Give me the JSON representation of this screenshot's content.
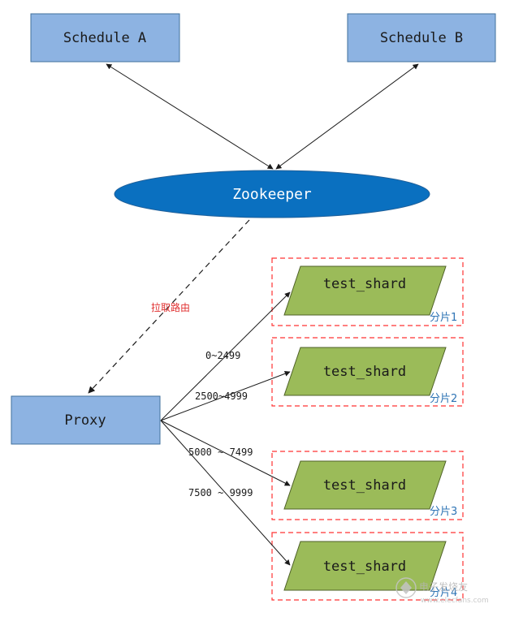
{
  "nodes": {
    "schedule_a": "Schedule A",
    "schedule_b": "Schedule B",
    "zookeeper": "Zookeeper",
    "proxy": "Proxy"
  },
  "edges": {
    "pull_route": "拉取路由",
    "range_1": "0~2499",
    "range_2": "2500~4999",
    "range_3": "5000 ~ 7499",
    "range_4": "7500 ~ 9999"
  },
  "shards": [
    {
      "table": "test_shard",
      "label": "分片1"
    },
    {
      "table": "test_shard",
      "label": "分片2"
    },
    {
      "table": "test_shard",
      "label": "分片3"
    },
    {
      "table": "test_shard",
      "label": "分片4"
    }
  ],
  "watermark": {
    "brand": "电子发烧友",
    "url": "www.elecfans.com"
  },
  "colors": {
    "box_fill": "#8db3e2",
    "box_stroke": "#41719c",
    "ellipse_fill": "#0a70c0",
    "shard_fill": "#9bbb59",
    "shard_stroke": "#4f6228",
    "dash_red": "#ff3333",
    "pull_text": "#e03030",
    "shard_label": "#2e74b5"
  }
}
